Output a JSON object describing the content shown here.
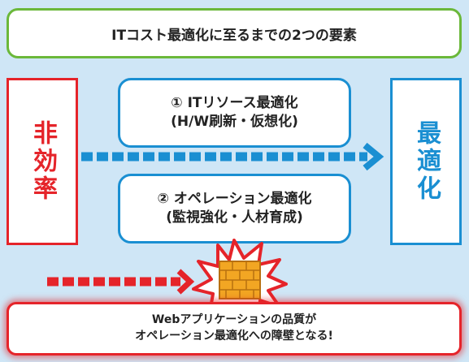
{
  "title": "ITコスト最適化に至るまでの2つの要素",
  "left_label": "非効率",
  "right_label": "最適化",
  "element1": {
    "line1": "① ITリソース最適化",
    "line2": "(H/W刷新・仮想化)"
  },
  "element2": {
    "line1": "② オペレーション最適化",
    "line2": "(監視強化・人材育成)"
  },
  "barrier": {
    "line1": "Webアプリケーションの品質が",
    "line2": "オペレーション最適化への障壁となる!"
  },
  "colors": {
    "background": "#cfe6f6",
    "green_border": "#6bb83a",
    "red": "#e5242a",
    "blue": "#1a8fd2",
    "brick": "#f2a623"
  },
  "icons": [
    "dashed-arrow-right",
    "brick-wall-icon",
    "explosion-burst-icon"
  ]
}
